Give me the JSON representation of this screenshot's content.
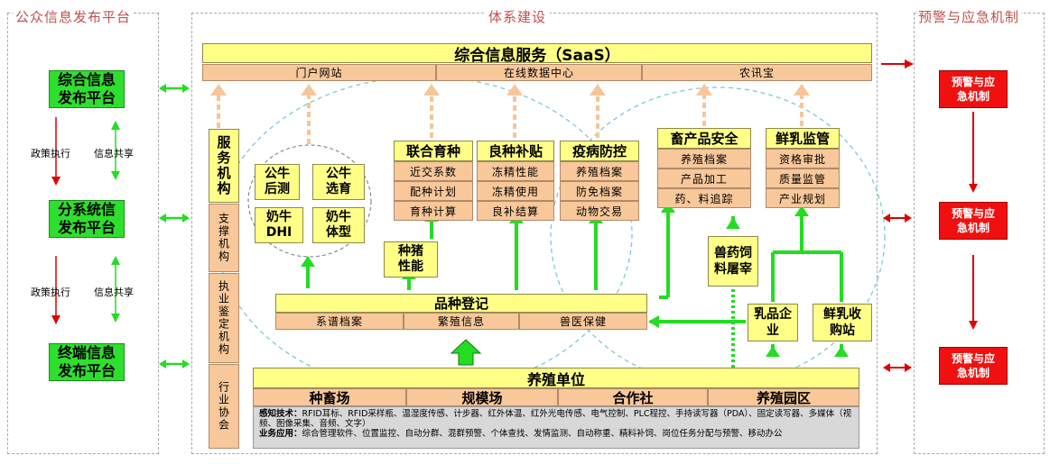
{
  "sections": {
    "left": "公众信息发布平台",
    "center": "体系建设",
    "right": "预警与应急机制"
  },
  "left_platforms": [
    "综合信息发布平台",
    "分系统信发布平台",
    "终端信息发布平台"
  ],
  "left_labels": {
    "policy": "政策执行",
    "share": "信息共享"
  },
  "right_boxes": [
    "预警与应急机制",
    "预警与应急机制",
    "预警与应急机制"
  ],
  "saas": {
    "title": "综合信息服务（SaaS）",
    "items": [
      "门户网站",
      "在线数据中心",
      "农讯宝"
    ]
  },
  "side_column": {
    "service": "服务机构",
    "support": "支撑机构",
    "appraisal": "执业鉴定机构",
    "association": "行业协会"
  },
  "bull": {
    "items": [
      "公牛后测",
      "公牛选育",
      "奶牛DHI",
      "奶牛体型"
    ]
  },
  "pig": "种猪性能",
  "modules": [
    {
      "title": "联合育种",
      "items": [
        "近交系数",
        "配种计划",
        "育种计算"
      ]
    },
    {
      "title": "良种补贴",
      "items": [
        "冻精性能",
        "冻精使用",
        "良补结算"
      ]
    },
    {
      "title": "疫病防控",
      "items": [
        "养殖档案",
        "防免档案",
        "动物交易"
      ]
    },
    {
      "title": "畜产品安全",
      "items": [
        "养殖档案",
        "产品加工",
        "药、料追踪"
      ]
    },
    {
      "title": "鲜乳监管",
      "items": [
        "资格审批",
        "质量监管",
        "产业规划"
      ]
    }
  ],
  "vet": "兽药饲料屠宰",
  "dairy": "乳品企业",
  "milk_station": "鲜乳收购站",
  "registry": {
    "title": "品种登记",
    "items": [
      "系谱档案",
      "繁殖信息",
      "兽医保健"
    ]
  },
  "farm": {
    "title": "养殖单位",
    "types": [
      "种畜场",
      "规模场",
      "合作社",
      "养殖园区"
    ],
    "tech_label": "感知技术：",
    "tech_text": "RFID耳标、RFID采样瓶、温湿度传感、计步器、红外体温、红外光电传感、电气控制、PLC程控、手持读写器（PDA）、固定读写器、多媒体（视频、图像采集、音频、文字）",
    "app_label": "业务应用：",
    "app_text": "综合管理软件、位置监控、自动分群、混群预警、个体查找、发情监测、自动称重、精料补饲、岗位任务分配与预警、移动办公"
  },
  "colors": {
    "green": "#2ee02e",
    "red": "#f01010",
    "yellow": "#ffff88",
    "tan": "#f8c89a",
    "arrow_green": "#22dd22",
    "arrow_tan": "#f6c69a",
    "arrow_red": "#e00000"
  }
}
